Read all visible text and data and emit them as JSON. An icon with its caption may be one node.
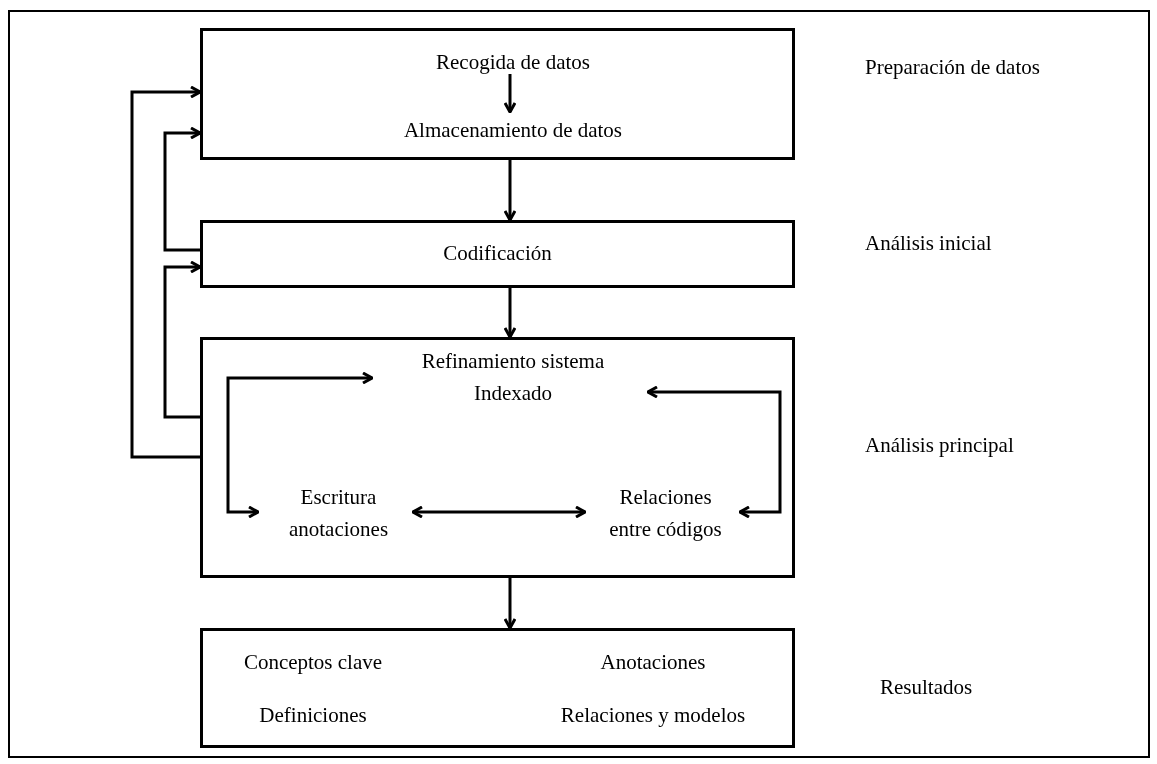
{
  "diagram": {
    "nodes": [
      {
        "text": [],
        "shape": "box"
      },
      {
        "text": [
          "Recogida de datos"
        ],
        "in": 0
      },
      {
        "text": [
          "Almacenamiento de datos"
        ],
        "in": 0
      },
      {
        "text": [
          "Codificación"
        ]
      },
      {
        "text": [],
        "shape": "box"
      },
      {
        "text": [
          "Refinamiento sistema Indexado"
        ],
        "in": 4
      },
      {
        "text": [
          "Escritura anotaciones"
        ],
        "in": 4
      },
      {
        "text": [
          "Relaciones entre códigos"
        ],
        "in": 4
      },
      {
        "text": [
          "Conceptos clave",
          "Anotaciones",
          "Definiciones",
          "Relaciones y modelos"
        ]
      }
    ],
    "edges": [
      {
        "from": 1,
        "to": 2,
        "arrow": "to"
      },
      {
        "from": 0,
        "to": 3,
        "arrow": "to"
      },
      {
        "from": 3,
        "to": 4,
        "arrow": "to"
      },
      {
        "from": 4,
        "to": 8,
        "arrow": "to"
      },
      {
        "from": 4,
        "to": 0,
        "arrow": "to"
      },
      {
        "from": 3,
        "to": 0,
        "arrow": "to"
      },
      {
        "from": 4,
        "to": 3,
        "arrow": "to"
      },
      {
        "from": 5,
        "to": 6,
        "arrow": "both"
      },
      {
        "from": 6,
        "to": 7,
        "arrow": "both"
      },
      {
        "from": 7,
        "to": 5,
        "arrow": "both"
      }
    ],
    "labels": [
      "Preparación de datos",
      "Análisis inicial",
      "Análisis principal",
      "Resultados"
    ]
  }
}
